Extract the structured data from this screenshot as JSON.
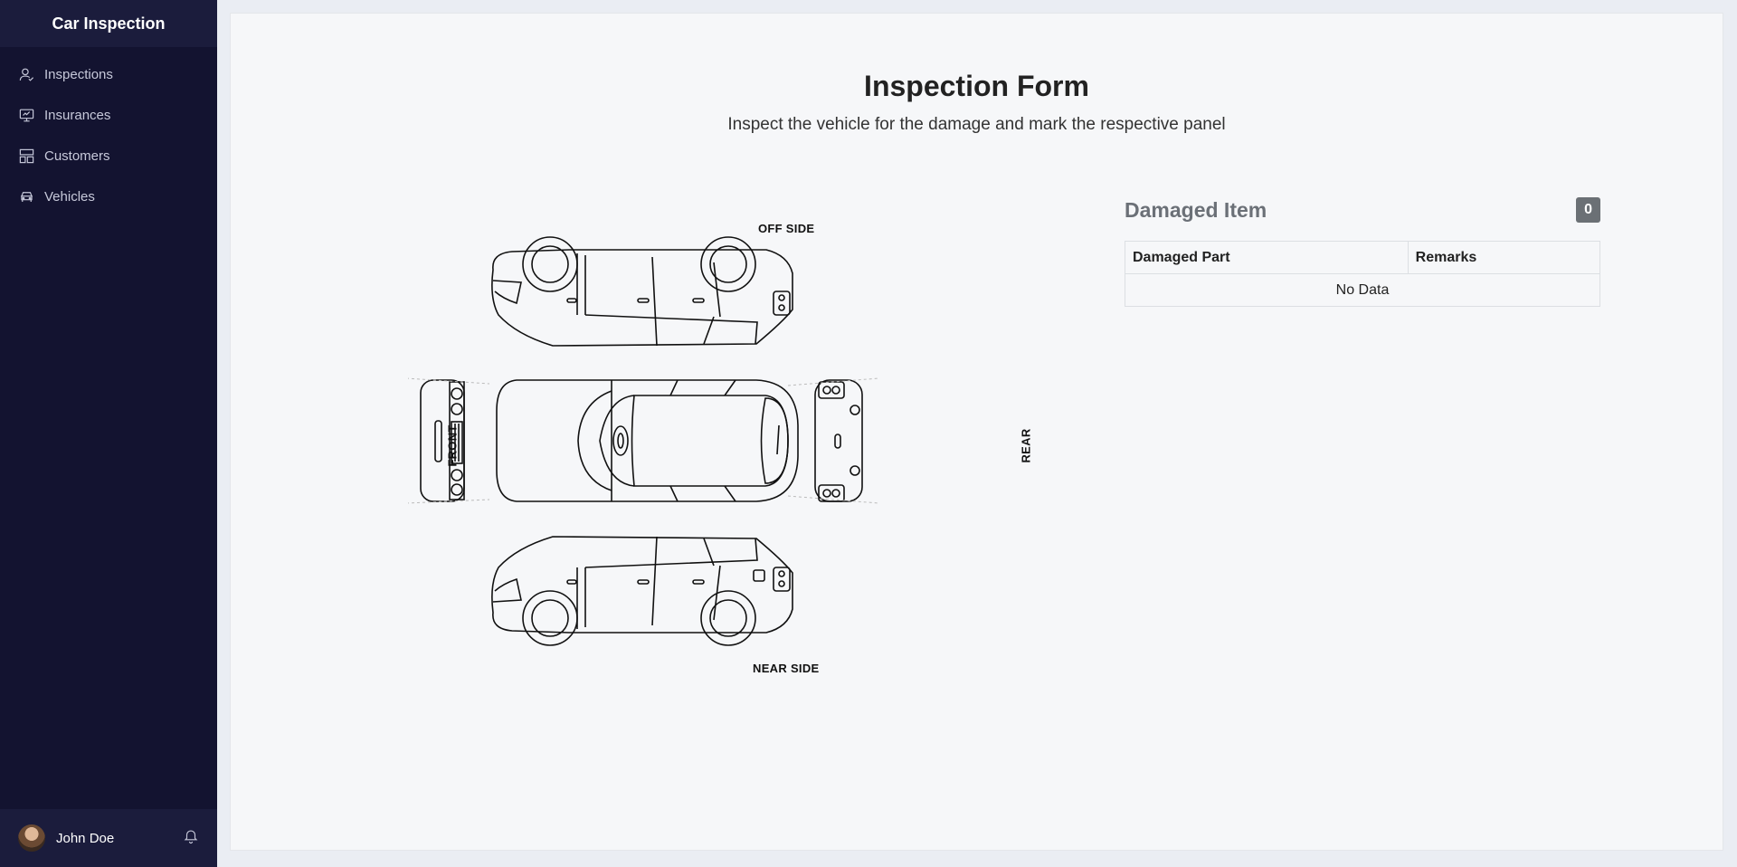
{
  "app": {
    "title": "Car Inspection"
  },
  "sidebar": {
    "items": [
      {
        "label": "Inspections",
        "icon": "user-check-icon"
      },
      {
        "label": "Insurances",
        "icon": "monitor-icon"
      },
      {
        "label": "Customers",
        "icon": "dashboard-icon"
      },
      {
        "label": "Vehicles",
        "icon": "car-icon"
      }
    ]
  },
  "user": {
    "name": "John Doe"
  },
  "page": {
    "title": "Inspection Form",
    "subtitle": "Inspect the vehicle for the damage and mark the respective panel"
  },
  "diagram": {
    "labels": {
      "off_side": "OFF SIDE",
      "near_side": "NEAR SIDE",
      "front": "FRONT",
      "rear": "REAR"
    }
  },
  "damage": {
    "title": "Damaged Item",
    "count": "0",
    "columns": [
      "Damaged Part",
      "Remarks"
    ],
    "empty_text": "No Data"
  }
}
